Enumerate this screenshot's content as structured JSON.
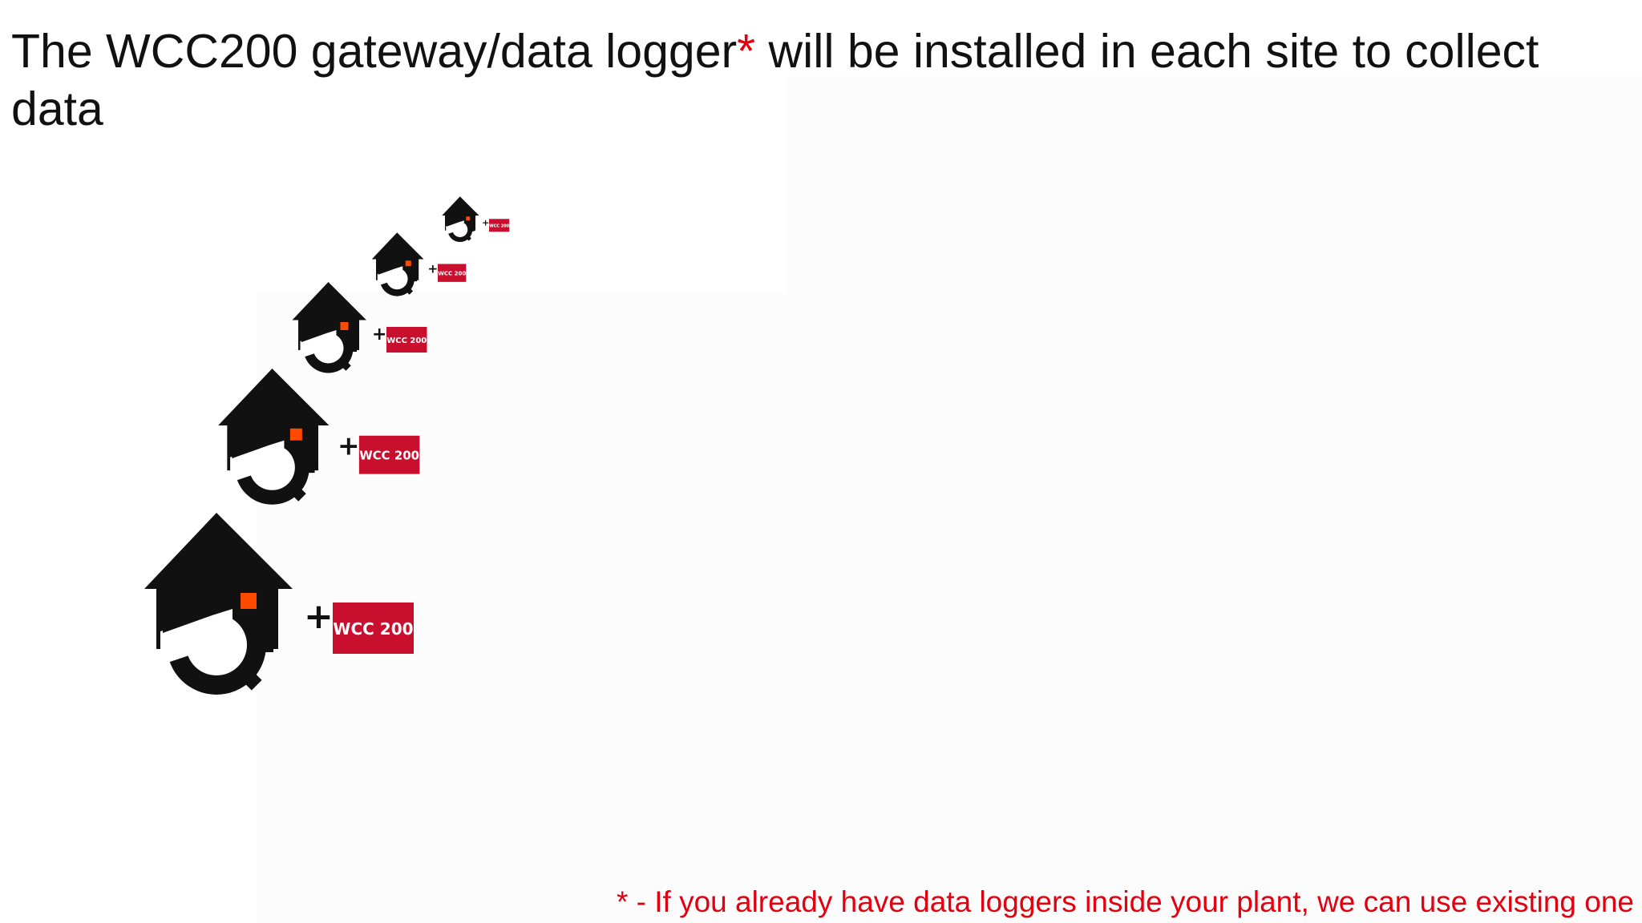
{
  "slide": {
    "title_part1": "The WCC200 gateway/data logger",
    "title_asterisk": "*",
    "title_part2": " will be installed in each site to collect data",
    "footnote": "* - If you already have data loggers inside your plant, we can use existing one"
  },
  "graphic": {
    "icon": "house-gear-icon",
    "plus_sign": "+",
    "badge_label": "WCC 200",
    "site_count": 5
  },
  "colors": {
    "accent_red": "#e3000f",
    "badge_red": "#c8102e",
    "window_orange": "#ff4a00",
    "icon_black": "#111111"
  }
}
